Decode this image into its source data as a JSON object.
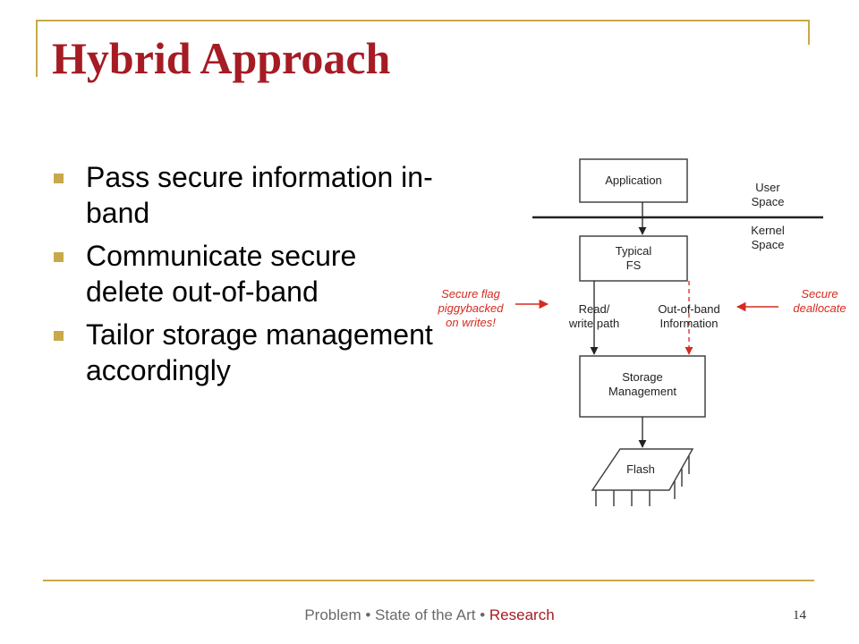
{
  "title": "Hybrid Approach",
  "bullets": [
    "Pass secure information in-band",
    "Communicate secure delete out-of-band",
    "Tailor storage management accordingly"
  ],
  "diagram": {
    "application": "Application",
    "user_space": [
      "User",
      "Space"
    ],
    "kernel_space": [
      "Kernel",
      "Space"
    ],
    "typical_fs": [
      "Typical",
      "FS"
    ],
    "read_write": [
      "Read/",
      "write path"
    ],
    "out_of_band": [
      "Out-of-band",
      "Information"
    ],
    "secure_flag": [
      "Secure flag",
      "piggybacked",
      "on writes!"
    ],
    "secure_dealloc": [
      "Secure",
      "deallocate"
    ],
    "storage_mgmt": [
      "Storage",
      "Management"
    ],
    "flash": "Flash",
    "annotation_color": "#d62b1f"
  },
  "footer": {
    "part1": "Problem",
    "sep": " • ",
    "part2": "State of the Art",
    "part3": "Research"
  },
  "page_number": "14",
  "colors": {
    "title": "#a51c24",
    "accent": "#c8a94a"
  }
}
